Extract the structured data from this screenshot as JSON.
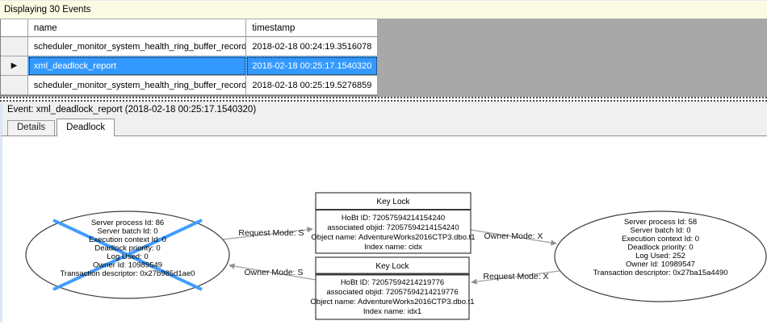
{
  "info_bar": {
    "text": "Displaying 30 Events"
  },
  "events_table": {
    "columns": {
      "name": "name",
      "timestamp": "timestamp"
    },
    "selection_marker": "▶",
    "rows": [
      {
        "name": "scheduler_monitor_system_health_ring_buffer_recorded",
        "timestamp": "2018-02-18 00:24:19.3516078",
        "selected": false
      },
      {
        "name": "xml_deadlock_report",
        "timestamp": "2018-02-18 00:25:17.1540320",
        "selected": true
      },
      {
        "name": "scheduler_monitor_system_health_ring_buffer_recorded",
        "timestamp": "2018-02-18 00:25:19.5276859",
        "selected": false
      }
    ]
  },
  "event_bar": {
    "text": "Event: xml_deadlock_report (2018-02-18 00:25:17.1540320)"
  },
  "tabs": [
    {
      "label": "Details",
      "active": false
    },
    {
      "label": "Deadlock",
      "active": true
    }
  ],
  "deadlock_graph": {
    "victim_process": {
      "lines": [
        "Server process Id: 86",
        "Server batch Id: 0",
        "Execution context Id: 0",
        "Deadlock priority: 0",
        "Log Used: 0",
        "Owner Id: 10989549",
        "Transaction descriptor: 0x27b985d1ae0"
      ]
    },
    "other_process": {
      "lines": [
        "Server process Id: 58",
        "Server batch Id: 0",
        "Execution context Id: 0",
        "Deadlock priority: 0",
        "Log Used: 252",
        "Owner Id: 10989547",
        "Transaction descriptor: 0x27ba15a4490"
      ]
    },
    "resources": [
      {
        "title": "Key Lock",
        "lines": [
          "HoBt ID: 72057594214154240",
          "associated objid: 72057594214154240",
          "Object name: AdventureWorks2016CTP3.dbo.t1",
          "Index name: cidx"
        ]
      },
      {
        "title": "Key Lock",
        "lines": [
          "HoBt ID: 72057594214219776",
          "associated objid: 72057594214219776",
          "Object name: AdventureWorks2016CTP3.dbo.t1",
          "Index name: idx1"
        ]
      }
    ],
    "edges": [
      {
        "label": "Request Mode: S"
      },
      {
        "label": "Owner Mode: S"
      },
      {
        "label": "Owner Mode: X"
      },
      {
        "label": "Request Mode: X"
      }
    ]
  },
  "colors": {
    "selection": "#3399ff",
    "victim_cross": "#3f9dff",
    "info_bar_bg": "#fbfbe3",
    "grid_backdrop": "#a8a8a8"
  }
}
